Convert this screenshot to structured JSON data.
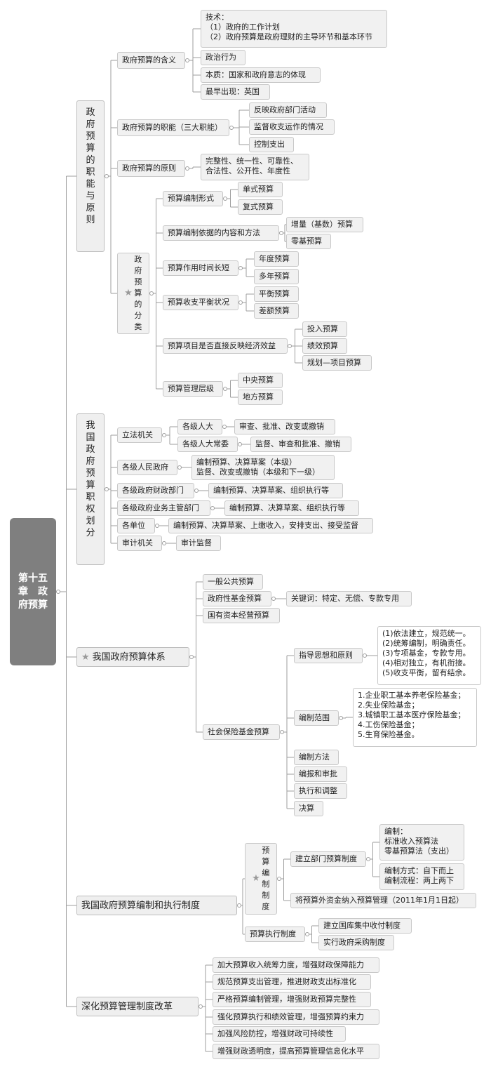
{
  "root": "第十五章　政府预算",
  "n1": "政府预算的职能与原则",
  "n1_1": "政府预算的含义",
  "n1_1_1": "技术：\n（1）政府的工作计划\n（2）政府预算是政府理财的主导环节和基本环节",
  "n1_1_2": "政治行为",
  "n1_1_3": "本质：国家和政府意志的体现",
  "n1_1_4": "最早出现：英国",
  "n1_2": "政府预算的职能（三大职能）",
  "n1_2_1": "反映政府部门活动",
  "n1_2_2": "监督收支运作的情况",
  "n1_2_3": "控制支出",
  "n1_3": "政府预算的原则",
  "n1_3_1": "完整性、统一性、可靠性、\n合法性、公开性、年度性",
  "n1_4": "政府预算的分类",
  "n1_4_1": "预算编制形式",
  "n1_4_1a": "单式预算",
  "n1_4_1b": "复式预算",
  "n1_4_2": "预算编制依据的内容和方法",
  "n1_4_2a": "增量（基数）预算",
  "n1_4_2b": "零基预算",
  "n1_4_3": "预算作用时间长短",
  "n1_4_3a": "年度预算",
  "n1_4_3b": "多年预算",
  "n1_4_4": "预算收支平衡状况",
  "n1_4_4a": "平衡预算",
  "n1_4_4b": "差额预算",
  "n1_4_5": "预算项目是否直接反映经济效益",
  "n1_4_5a": "投入预算",
  "n1_4_5b": "绩效预算",
  "n1_4_5c": "规划—项目预算",
  "n1_4_6": "预算管理层级",
  "n1_4_6a": "中央预算",
  "n1_4_6b": "地方预算",
  "n2": "我国政府预算职权划分",
  "n2_1": "立法机关",
  "n2_1a": "各级人大",
  "n2_1a1": "审查、批准、改变或撤销",
  "n2_1b": "各级人大常委",
  "n2_1b1": "监督、审查和批准、撤销",
  "n2_2": "各级人民政府",
  "n2_2a": "编制预算、决算草案（本级）\n监督、改变或撤销（本级和下一级）",
  "n2_3": "各级政府财政部门",
  "n2_3a": "编制预算、决算草案、组织执行等",
  "n2_4": "各级政府业务主管部门",
  "n2_4a": "编制预算、决算草案、组织执行等",
  "n2_5": "各单位",
  "n2_5a": "编制预算、决算草案、上缴收入，安排支出、接受监督",
  "n2_6": "审计机关",
  "n2_6a": "审计监督",
  "n3": "我国政府预算体系",
  "n3_1": "一般公共预算",
  "n3_2": "政府性基金预算",
  "n3_2a": "关键词：特定、无偿、专款专用",
  "n3_3": "国有资本经营预算",
  "n3_4": "社会保险基金预算",
  "n3_4_1": "指导思想和原则",
  "n3_4_1a": "(1)依法建立，规范统一。\n(2)统筹编制，明确责任。\n(3)专项基金，专款专用。\n(4)相对独立，有机衔接。\n(5)收支平衡，留有结余。",
  "n3_4_2": "编制范围",
  "n3_4_2a": "1.企业职工基本养老保险基金；\n2.失业保险基金；\n3.城镇职工基本医疗保险基金；\n4.工伤保险基金；\n5.生育保险基金。",
  "n3_4_3": "编制方法",
  "n3_4_4": "编报和审批",
  "n3_4_5": "执行和调整",
  "n3_4_6": "决算",
  "n4": "我国政府预算编制和执行制度",
  "n4_1": "预算编制制度",
  "n4_1_1": "建立部门预算制度",
  "n4_1_1a": "编制：\n标准收入预算法\n零基预算法（支出）",
  "n4_1_1b": "编制方式：自下而上\n编制流程：两上两下",
  "n4_1_2": "将预算外资金纳入预算管理（2011年1月1日起）",
  "n4_2": "预算执行制度",
  "n4_2_1": "建立国库集中收付制度",
  "n4_2_2": "实行政府采购制度",
  "n5": "深化预算管理制度改革",
  "n5_1": "加大预算收入统筹力度，增强财政保障能力",
  "n5_2": "规范预算支出管理，推进财政支出标准化",
  "n5_3": "严格预算编制管理，增强财政预算完整性",
  "n5_4": "强化预算执行和绩效管理，增强预算约束力",
  "n5_5": "加强风险防控，增强财政可持续性",
  "n5_6": "增强财政透明度，提高预算管理信息化水平",
  "star_icon": "★",
  "colors": {
    "line": "#9e9e9e",
    "root_bg": "#7f7f7f",
    "node_bg": "#f1f1f1",
    "border": "#c8c8c8"
  }
}
